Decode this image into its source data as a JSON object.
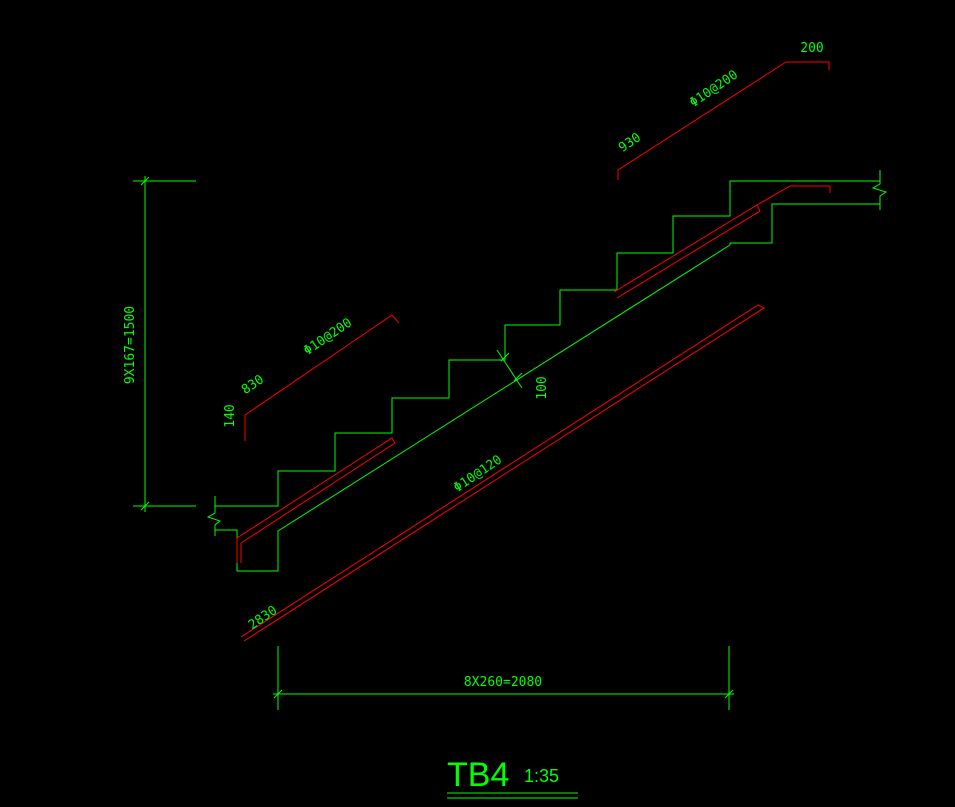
{
  "drawing": {
    "title": "TB4",
    "scale": "1:35",
    "height_dim": "9X167=1500",
    "width_dim": "8X260=2080",
    "slab_thickness": "100",
    "top_bar_lower": {
      "spec": "Φ10@200",
      "length": "830",
      "hook": "140"
    },
    "top_bar_upper": {
      "spec": "Φ10@200",
      "length": "930",
      "hook": "200"
    },
    "bottom_bar": {
      "spec": "Φ10@120",
      "length": "2830"
    }
  },
  "colors": {
    "line": "#00ff00",
    "rebar": "#ff0000",
    "background": "#000000"
  }
}
